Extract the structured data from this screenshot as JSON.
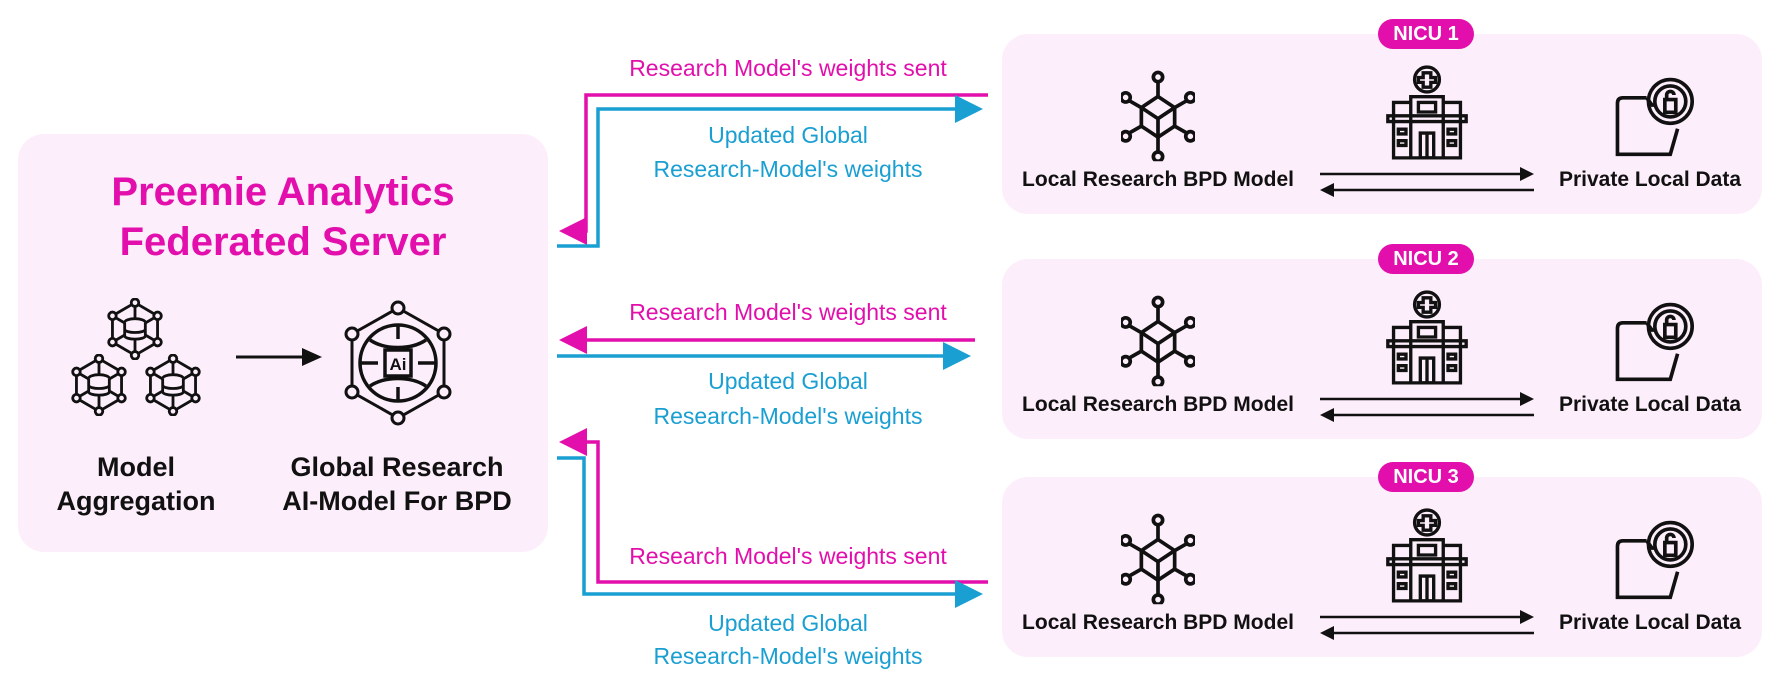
{
  "server": {
    "title_line1": "Preemie Analytics",
    "title_line2": "Federated Server",
    "aggregation_label_line1": "Model",
    "aggregation_label_line2": "Aggregation",
    "global_model_label_line1": "Global Research",
    "global_model_label_line2": "AI-Model For BPD",
    "ai_chip_text": "Ai"
  },
  "flows": [
    {
      "sent": "Research Model's weights sent",
      "updated_line1": "Updated Global",
      "updated_line2": "Research-Model's weights"
    },
    {
      "sent": "Research Model's weights sent",
      "updated_line1": "Updated Global",
      "updated_line2": "Research-Model's weights"
    },
    {
      "sent": "Research Model's weights sent",
      "updated_line1": "Updated Global",
      "updated_line2": "Research-Model's weights"
    }
  ],
  "nicus": [
    {
      "badge": "NICU 1",
      "model_label": "Local Research BPD Model",
      "data_label": "Private Local Data"
    },
    {
      "badge": "NICU 2",
      "model_label": "Local Research BPD Model",
      "data_label": "Private Local Data"
    },
    {
      "badge": "NICU 3",
      "model_label": "Local Research BPD Model",
      "data_label": "Private Local Data"
    }
  ],
  "colors": {
    "magenta": "#e20fac",
    "cyan": "#1a9fd2",
    "panel": "#fdeefb"
  }
}
